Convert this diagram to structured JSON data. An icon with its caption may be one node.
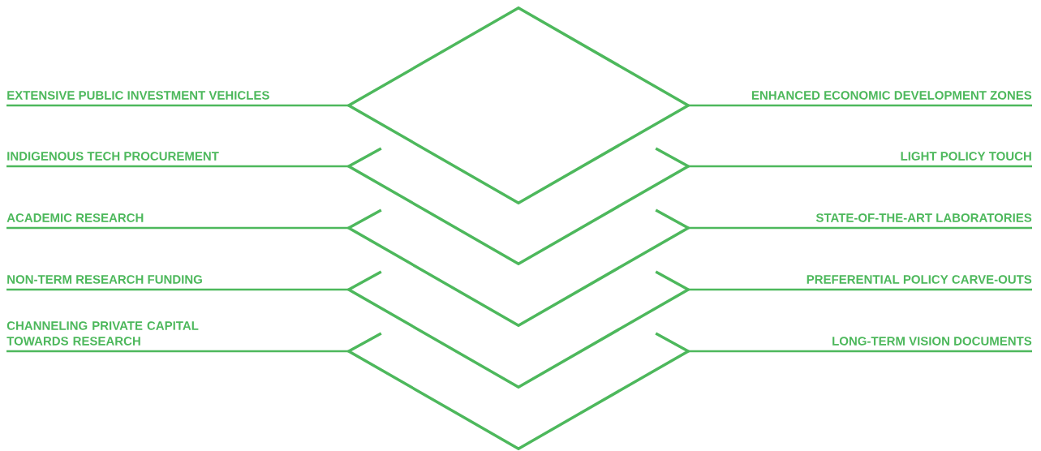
{
  "diagram": {
    "nodes": [
      {
        "text": [
          "EXTENSIVE PUBLIC INVESTMENT VEHICLES"
        ]
      },
      {
        "text": [
          "ENHANCED ECONOMIC DEVELOPMENT ZONES"
        ]
      },
      {
        "text": [
          "INDIGENOUS TECH PROCUREMENT"
        ]
      },
      {
        "text": [
          "LIGHT POLICY TOUCH"
        ]
      },
      {
        "text": [
          "ACADEMIC RESEARCH"
        ]
      },
      {
        "text": [
          "STATE-OF-THE-ART LABORATORIES"
        ]
      },
      {
        "text": [
          "NON-TERM RESEARCH FUNDING"
        ]
      },
      {
        "text": [
          "PREFERENTIAL POLICY CARVE-OUTS"
        ]
      },
      {
        "text": [
          "CHANNELING PRIVATE CAPITAL TOWARDS RESEARCH"
        ]
      },
      {
        "text": [
          "LONG-TERM VISION DOCUMENTS"
        ]
      },
      {
        "text": [],
        "shape": "diamond"
      },
      {
        "text": [],
        "shape": "chevron"
      },
      {
        "text": [],
        "shape": "chevron"
      },
      {
        "text": [],
        "shape": "chevron"
      },
      {
        "text": [],
        "shape": "chevron"
      }
    ],
    "edges": [
      {
        "from": 0,
        "to": 10,
        "arrow": "none"
      },
      {
        "from": 1,
        "to": 10,
        "arrow": "none"
      },
      {
        "from": 2,
        "to": 11,
        "arrow": "none"
      },
      {
        "from": 3,
        "to": 11,
        "arrow": "none"
      },
      {
        "from": 4,
        "to": 12,
        "arrow": "none"
      },
      {
        "from": 5,
        "to": 12,
        "arrow": "none"
      },
      {
        "from": 6,
        "to": 13,
        "arrow": "none"
      },
      {
        "from": 7,
        "to": 13,
        "arrow": "none"
      },
      {
        "from": 8,
        "to": 14,
        "arrow": "none"
      },
      {
        "from": 9,
        "to": 14,
        "arrow": "none"
      }
    ]
  }
}
